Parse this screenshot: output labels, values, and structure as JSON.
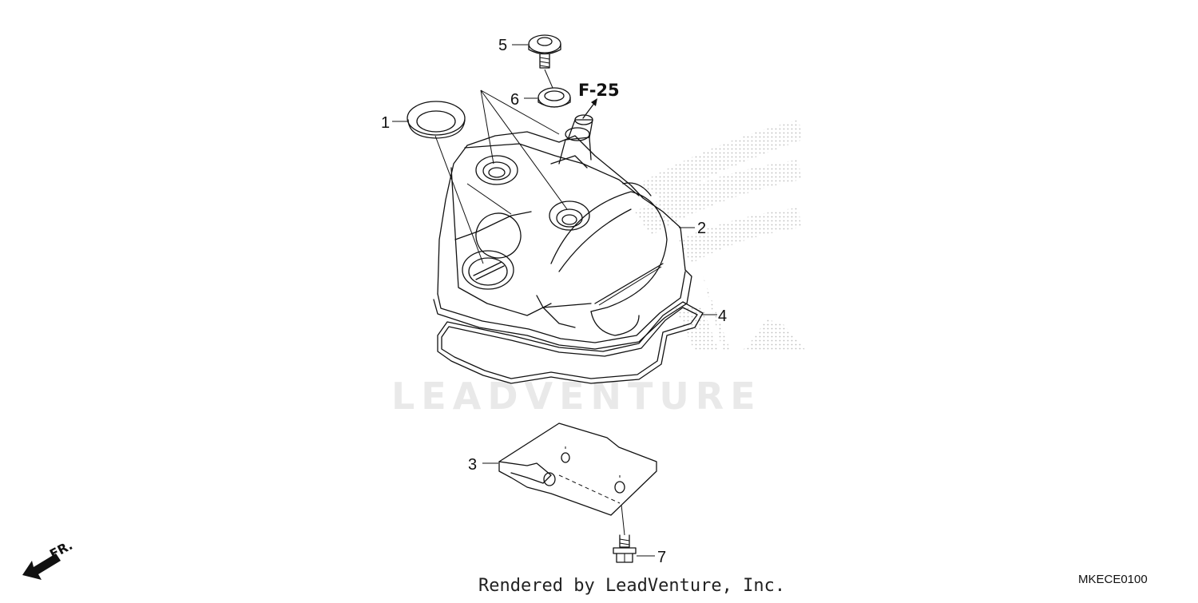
{
  "diagram": {
    "watermark": "LEADVENTURE",
    "reference": "F-25",
    "credit": "Rendered by LeadVenture, Inc.",
    "code": "MKECE0100",
    "front_label": "FR.",
    "callouts": [
      {
        "id": "1",
        "label": "1"
      },
      {
        "id": "2",
        "label": "2"
      },
      {
        "id": "3",
        "label": "3"
      },
      {
        "id": "4",
        "label": "4"
      },
      {
        "id": "5",
        "label": "5"
      },
      {
        "id": "6",
        "label": "6"
      },
      {
        "id": "7",
        "label": "7"
      }
    ]
  }
}
